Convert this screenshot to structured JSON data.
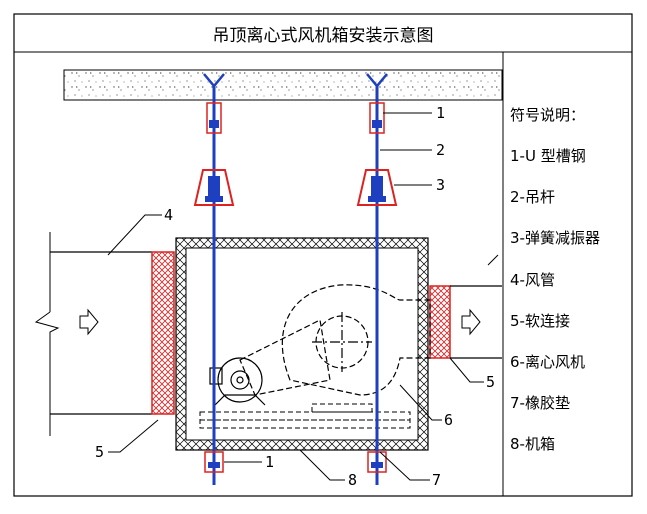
{
  "title": "吊顶离心式风机箱安装示意图",
  "legend": {
    "heading": "符号说明：",
    "items": [
      "1-U 型槽钢",
      "2-吊杆",
      "3-弹簧减振器",
      "4-风管",
      "5-软连接",
      "6-离心风机",
      "7-橡胶垫",
      "8-机箱"
    ]
  },
  "callouts": {
    "c1_top": "1",
    "c2": "2",
    "c3": "3",
    "c4_left": "4",
    "c5_left": "5",
    "c1_bottom": "1",
    "c8": "8",
    "c7": "7",
    "c6": "6",
    "c5_right": "5"
  },
  "colors": {
    "rod": "#1e3fbf",
    "damper": "#e02020",
    "outline": "#000000"
  }
}
